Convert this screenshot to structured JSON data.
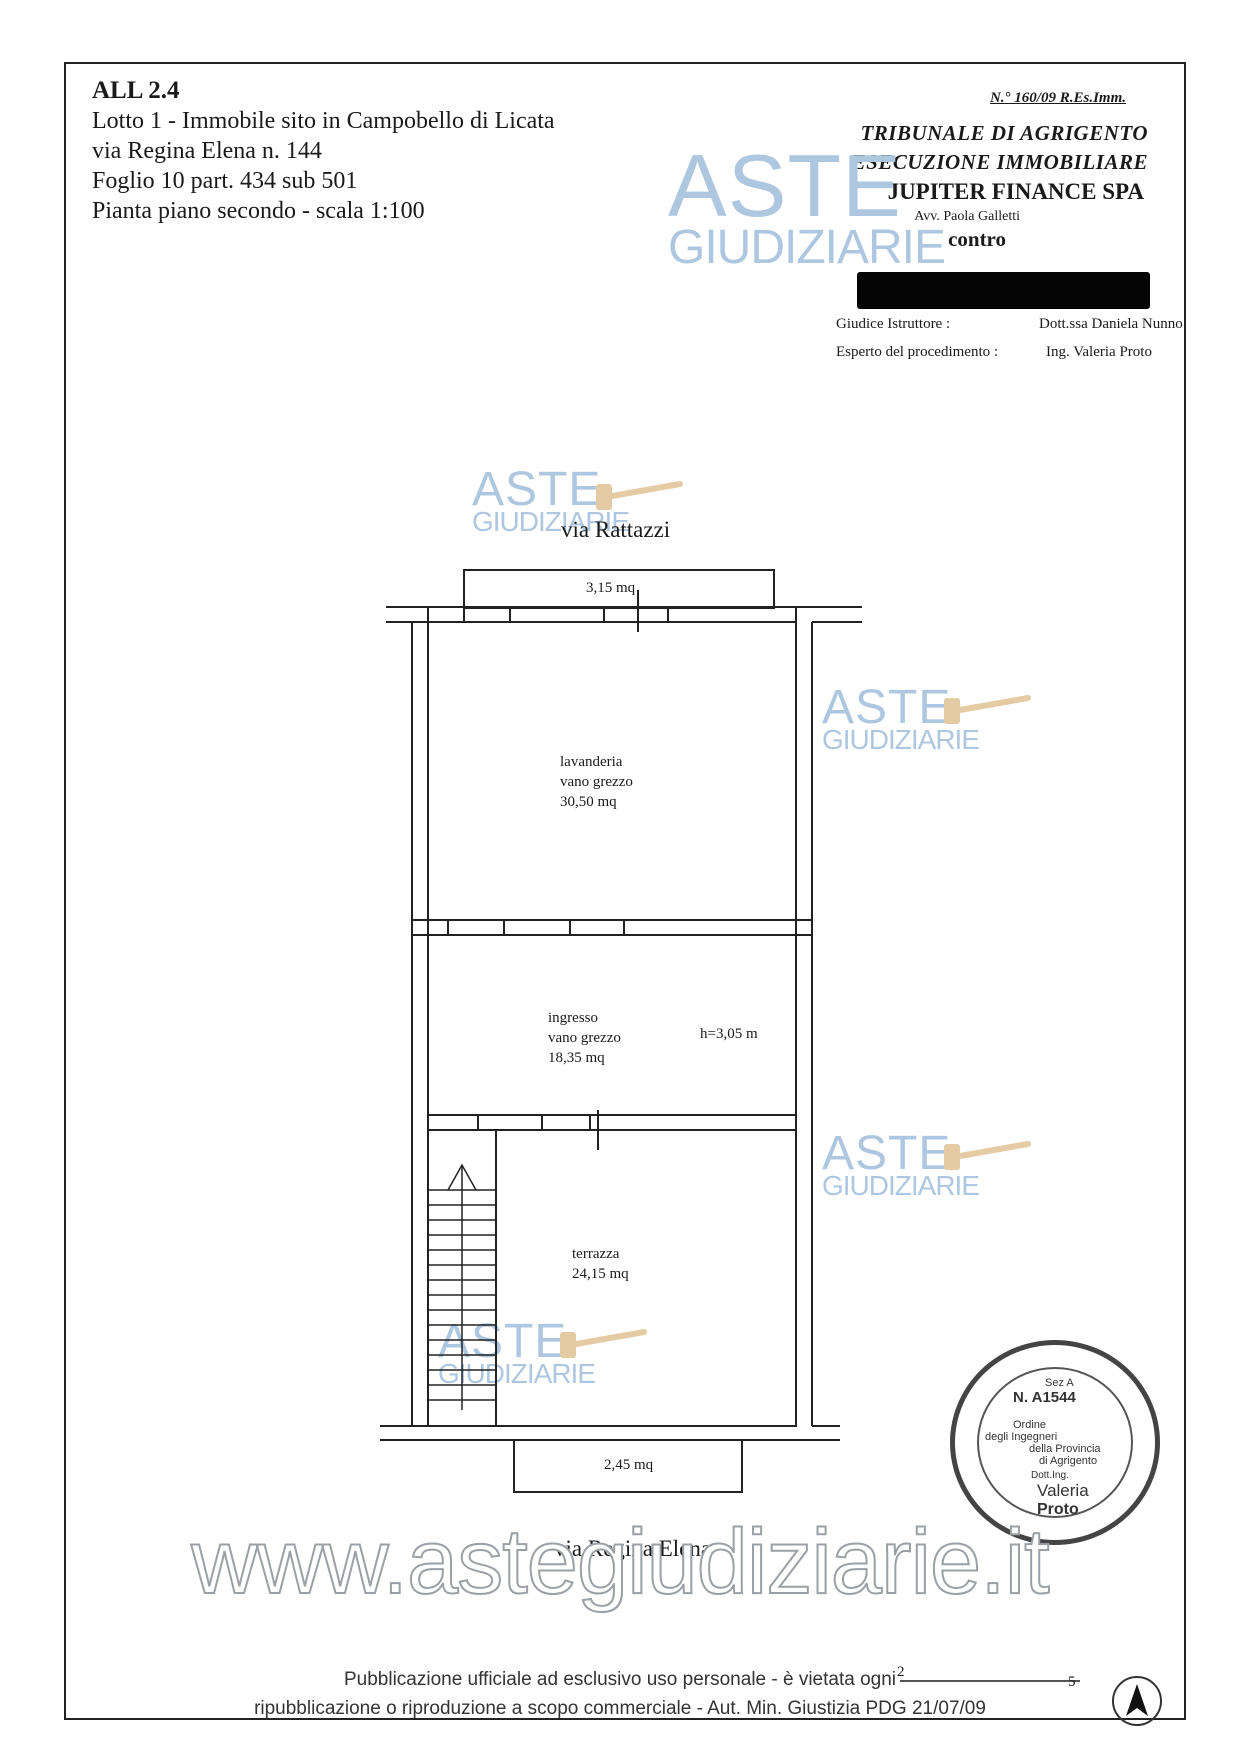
{
  "header": {
    "all": "ALL 2.4",
    "line1": "Lotto 1 - Immobile sito in Campobello di Licata",
    "line2": "via Regina Elena n. 144",
    "line3": "Foglio 10 part. 434 sub 501",
    "line4": "Pianta piano secondo - scala 1:100"
  },
  "court": {
    "case_no": "N.° 160/09 R.Es.Imm.",
    "tribunale": "TRIBUNALE DI AGRIGENTO",
    "esecuzione": "ESECUZIONE IMMOBILIARE",
    "creditor": "JUPITER FINANCE SPA",
    "lawyer": "Avv. Paola Galletti",
    "contro": "contro"
  },
  "meta": {
    "judge_label": "Giudice Istruttore :",
    "judge_value": "Dott.ssa Daniela Nunno",
    "expert_label": "Esperto del procedimento :",
    "expert_value": "Ing. Valeria Proto"
  },
  "watermark": {
    "a": "ASTE",
    "g": "GIUDIZIARIE"
  },
  "plan": {
    "street_top": "via Rattazzi",
    "street_bottom": "via Regina Elena",
    "balcony_top": "3,15 mq",
    "balcony_bottom": "2,45 mq",
    "room1": {
      "name": "lavanderia",
      "type": "vano grezzo",
      "area": "30,50 mq"
    },
    "room2": {
      "name": "ingresso",
      "type": "vano grezzo",
      "area": "18,35 mq"
    },
    "height": "h=3,05 m",
    "room3": {
      "name": "terrazza",
      "area": "24,15 mq"
    }
  },
  "stamp": {
    "sez": "Sez A",
    "num": "N. A1544",
    "ordine1": "Ordine",
    "ordine2": "degli Ingegneri",
    "ordine3": "della Provincia",
    "ordine4": "di Agrigento",
    "dott": "Dott.Ing.",
    "name1": "Valeria",
    "name2": "Proto"
  },
  "scale_ticks": {
    "t1": "2",
    "t2": "5"
  },
  "url": "www.astegiudiziarie.it",
  "footer": {
    "line1": "Pubblicazione ufficiale ad esclusivo uso personale - è vietata ogni",
    "line2": "ripubblicazione o riproduzione a scopo commerciale - Aut. Min. Giustizia PDG 21/07/09"
  }
}
